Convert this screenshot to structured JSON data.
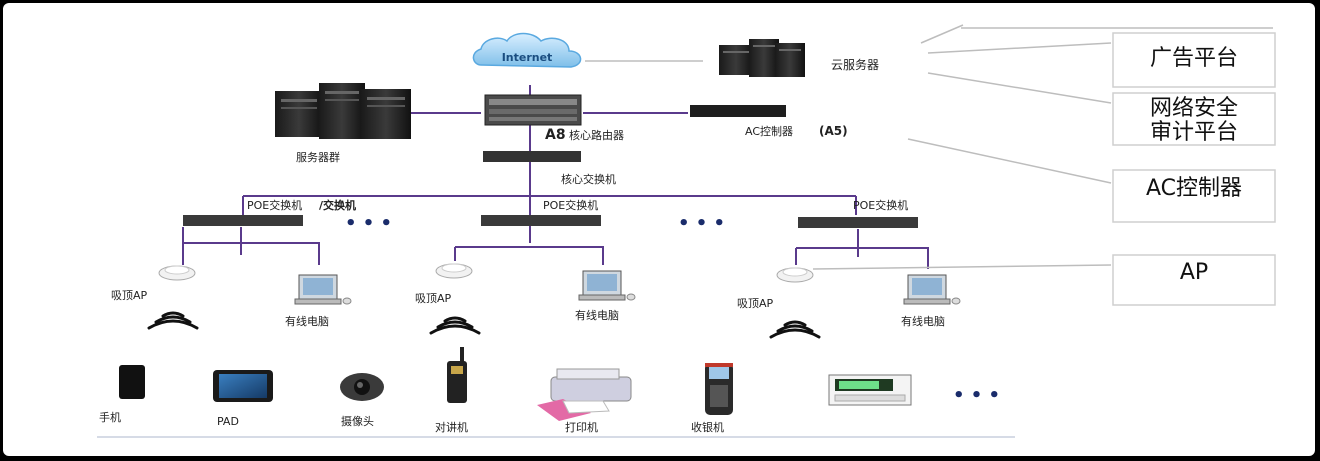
{
  "cloud": {
    "label": "Internet"
  },
  "cloud_servers": {
    "label": "云服务器"
  },
  "server_group": {
    "label": "服务器群"
  },
  "core_router": {
    "label_bold": "A8",
    "label": "核心路由器"
  },
  "ac_controller": {
    "label": "AC控制器",
    "label_bold": "(A5)"
  },
  "core_switch": {
    "label": "核心交换机"
  },
  "poe_switches": [
    {
      "label": "POE交换机",
      "suffix": "/交换机"
    },
    {
      "label": "POE交换机",
      "suffix": ""
    },
    {
      "label": "POE交换机",
      "suffix": ""
    }
  ],
  "ap_groups": [
    {
      "ap_label": "吸顶AP",
      "pc_label": "有线电脑"
    },
    {
      "ap_label": "吸顶AP",
      "pc_label": "有线电脑"
    },
    {
      "ap_label": "吸顶AP",
      "pc_label": "有线电脑"
    }
  ],
  "devices": {
    "phone": "手机",
    "pad": "PAD",
    "camera": "摄像头",
    "walkie": "对讲机",
    "printer": "打印机",
    "pos": "收银机"
  },
  "ellipsis": "• • •",
  "side_panel": {
    "ad": "广告平台",
    "security_line1": "网络安全",
    "security_line2": "审计平台",
    "ac": "AC控制器",
    "ap": "AP"
  },
  "colors": {
    "link": "#5a3a8c",
    "callout": "#bbbbbb",
    "box_border": "#cfcfcf",
    "cloud": "#5aa9e0"
  }
}
